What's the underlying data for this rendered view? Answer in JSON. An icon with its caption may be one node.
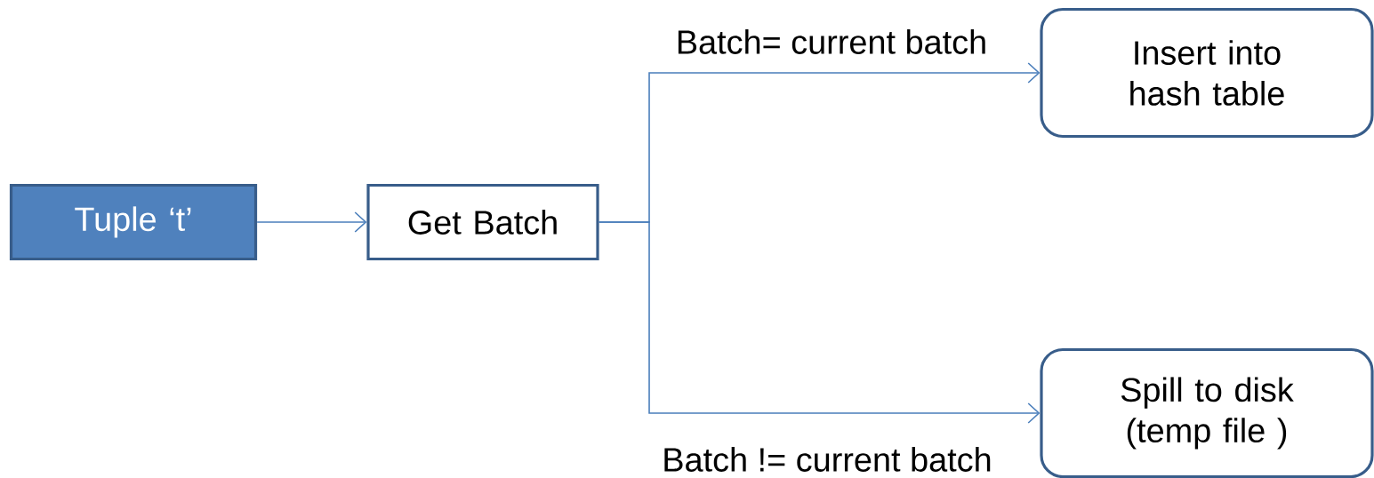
{
  "diagram": {
    "nodes": [
      {
        "text": [
          "Tuple ‘t’"
        ]
      },
      {
        "text": [
          "Get Batch"
        ]
      },
      {
        "text": [
          "Insert into hash table"
        ]
      },
      {
        "text": [
          "Spill to disk (temp file )"
        ]
      }
    ],
    "edges": [
      {
        "from": 0,
        "to": 1,
        "arrow": "to"
      },
      {
        "from": 1,
        "to": 2,
        "arrow": "to",
        "label": "Batch= current batch"
      },
      {
        "from": 1,
        "to": 3,
        "arrow": "to",
        "label": "Batch != current batch"
      }
    ]
  }
}
